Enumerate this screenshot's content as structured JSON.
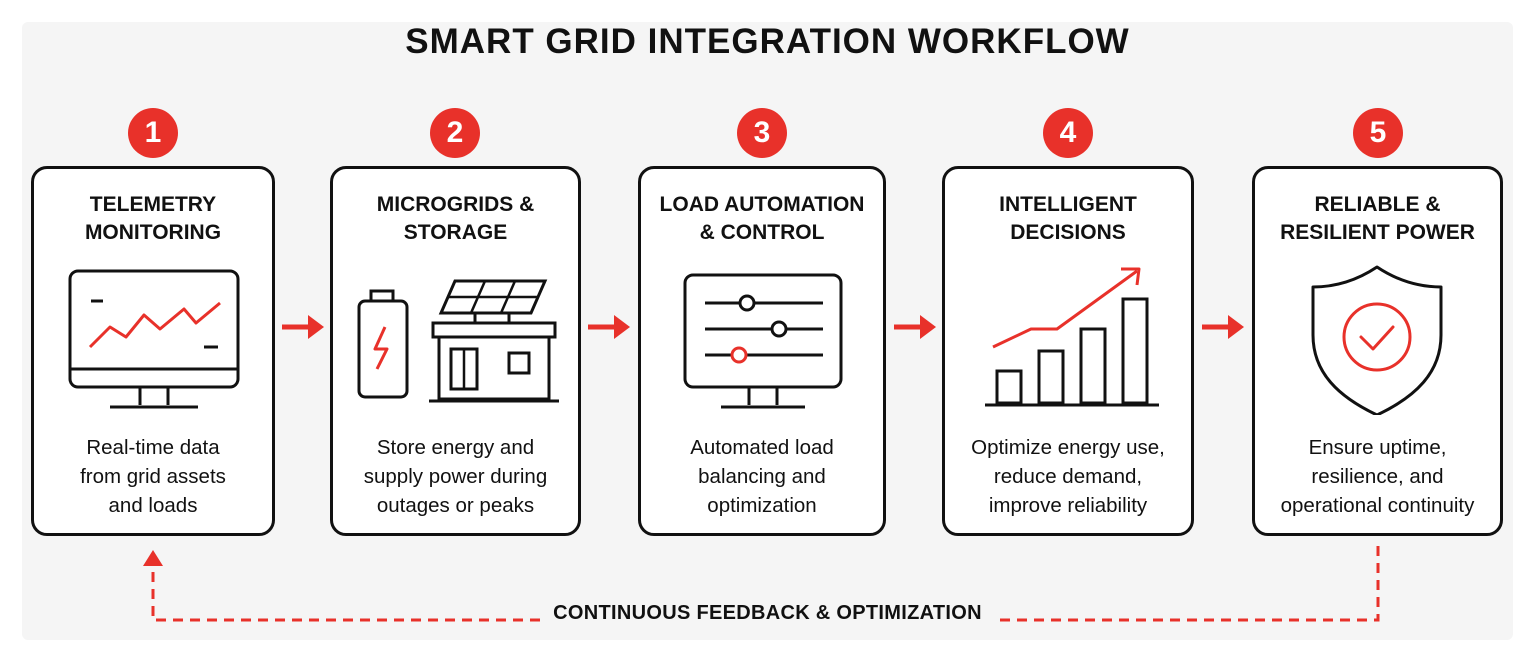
{
  "title": "SMART GRID INTEGRATION WORKFLOW",
  "accent_color": "#e8312a",
  "steps": [
    {
      "number": "1",
      "title": "TELEMETRY\nMONITORING",
      "description": "Real-time data\nfrom grid assets\nand loads",
      "icon": "monitor-chart-icon"
    },
    {
      "number": "2",
      "title": "MICROGRIDS &\nSTORAGE",
      "description": "Store energy and\nsupply power during\noutages or peaks",
      "icon": "battery-solar-house-icon"
    },
    {
      "number": "3",
      "title": "LOAD AUTOMATION\n& CONTROL",
      "description": "Automated load\nbalancing and\noptimization",
      "icon": "monitor-sliders-icon"
    },
    {
      "number": "4",
      "title": "INTELLIGENT\nDECISIONS",
      "description": "Optimize energy use,\nreduce demand,\nimprove reliability",
      "icon": "bar-chart-trend-icon"
    },
    {
      "number": "5",
      "title": "RELIABLE &\nRESILIENT POWER",
      "description": "Ensure uptime,\nresilience, and\noperational continuity",
      "icon": "shield-check-icon"
    }
  ],
  "feedback_label": "CONTINUOUS FEEDBACK & OPTIMIZATION"
}
